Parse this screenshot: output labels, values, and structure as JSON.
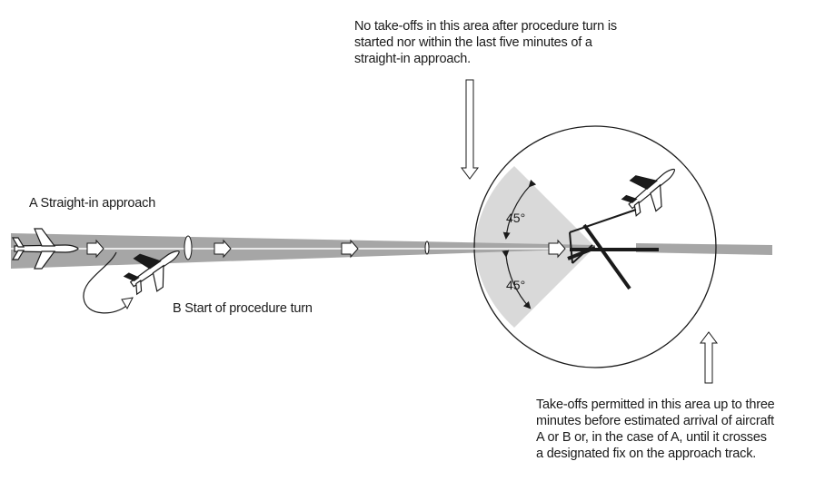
{
  "notes": {
    "top": [
      "No take-offs in this area after procedure turn is",
      "started nor within the last five minutes of a",
      "straight-in approach."
    ],
    "bottom": [
      "Take-offs permitted in this area up to three",
      "minutes before estimated arrival of aircraft",
      "A or B or,  in the case of A, until it crosses",
      "a designated fix on the approach track."
    ]
  },
  "labels": {
    "a": "A  Straight-in approach",
    "b": "B  Start of procedure turn"
  },
  "angles": {
    "upper": "45°",
    "lower": "45°"
  },
  "colors": {
    "shaded_area": "#d9d9d9",
    "approach_band": "#a6a6a6",
    "outline": "#1a1a1a"
  }
}
